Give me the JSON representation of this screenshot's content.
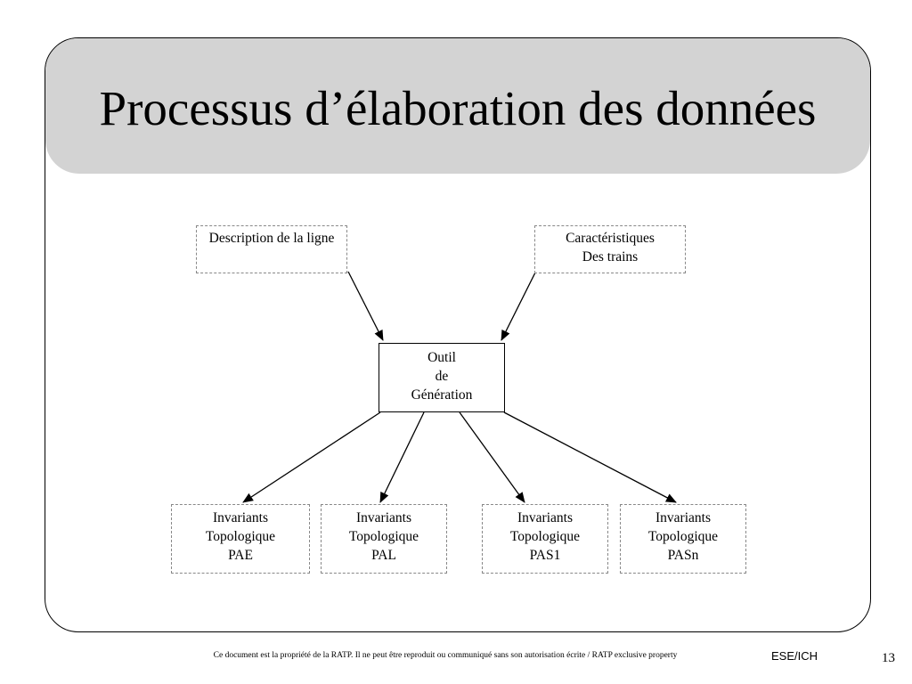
{
  "slide": {
    "title": "Processus d’élaboration des données"
  },
  "diagram": {
    "inputs": [
      {
        "id": "description",
        "label": "Description de la ligne"
      },
      {
        "id": "caracteristiques",
        "label": "Caractéristiques\nDes trains"
      }
    ],
    "tool": {
      "id": "outil",
      "label": "Outil\nde\nGénération"
    },
    "outputs": [
      {
        "id": "pae",
        "label": "Invariants\nTopologique\nPAE"
      },
      {
        "id": "pal",
        "label": "Invariants\nTopologique\nPAL"
      },
      {
        "id": "pas1",
        "label": "Invariants\nTopologique\nPAS1"
      },
      {
        "id": "pasn",
        "label": "Invariants\nTopologique\nPASn"
      }
    ],
    "edges": [
      {
        "from": "description",
        "to": "outil"
      },
      {
        "from": "caracteristiques",
        "to": "outil"
      },
      {
        "from": "outil",
        "to": "pae"
      },
      {
        "from": "outil",
        "to": "pal"
      },
      {
        "from": "outil",
        "to": "pas1"
      },
      {
        "from": "outil",
        "to": "pasn"
      }
    ]
  },
  "footer": {
    "note": "Ce document est la propriété de la RATP. Il ne peut être reproduit ou communiqué sans son autorisation écrite / RATP exclusive property",
    "department": "ESE/ICH",
    "page_number": "13"
  }
}
